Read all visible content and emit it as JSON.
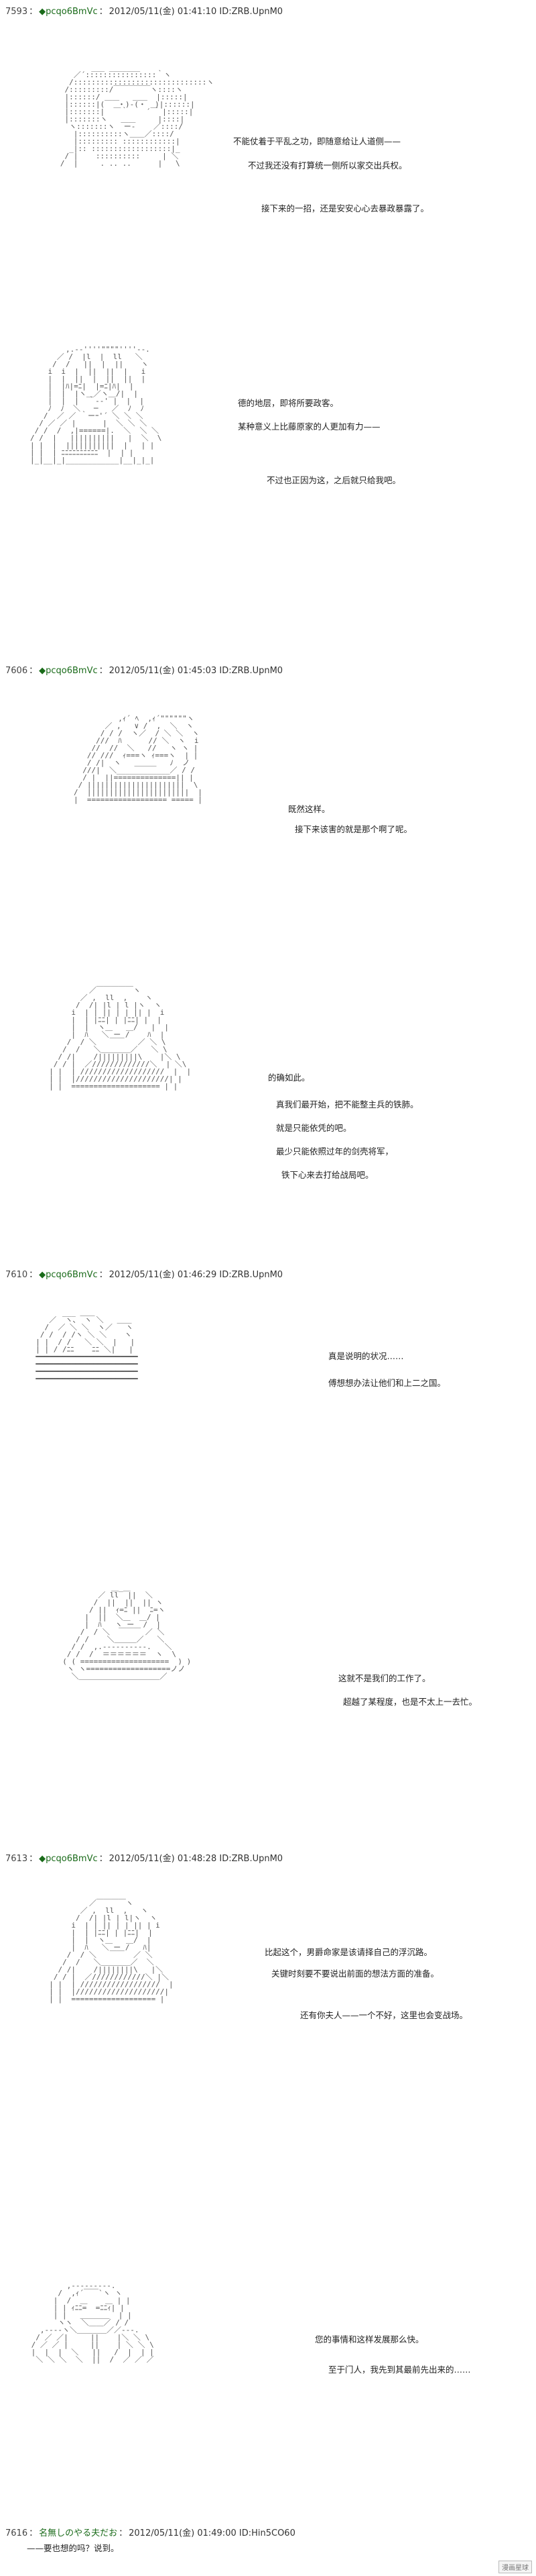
{
  "posts": [
    {
      "num": "7593",
      "trip": "◆pcqo6BmVc",
      "date": "2012/05/11(金) 01:41:10",
      "id": "ID:ZRB.UpnM0"
    },
    {
      "num": "7606",
      "trip": "◆pcqo6BmVc",
      "date": "2012/05/11(金) 01:45:03",
      "id": "ID:ZRB.UpnM0"
    },
    {
      "num": "7610",
      "trip": "◆pcqo6BmVc",
      "date": "2012/05/11(金) 01:46:29",
      "id": "ID:ZRB.UpnM0"
    },
    {
      "num": "7613",
      "trip": "◆pcqo6BmVc",
      "date": "2012/05/11(金) 01:48:28",
      "id": "ID:ZRB.UpnM0"
    },
    {
      "num": "7616",
      "trip": "名無しのやる夫だお",
      "date": "2012/05/11(金) 01:49:00",
      "id": "ID:Hin5CO60"
    }
  ],
  "lines": {
    "p1": [
      "不能仗着于平乱之功，即随意给让人道侧——",
      "不过我还没有打算统一侧所以家交出兵权。",
      "接下来的一招，还是安安心心去暴政暴露了。"
    ],
    "p2": [
      "德的地层，即将所要政客。",
      "某种意义上比藤原家的人更加有力——",
      "不过也正因为这，之后就只给我吧。"
    ],
    "p3": [
      "既然这样。",
      "接下来该害的就是那个啊了呢。"
    ],
    "p4": [
      "的确如此。",
      "真我们最开始，把不能整主兵的铁肺。",
      "就是只能依凭的吧。",
      "最少只能依照过年的剑壳将军，",
      "铁下心来去打给战局吧。"
    ],
    "p5": [
      "真是说明的状况……",
      "傅想想办法让他们和上二之国。"
    ],
    "p6": [
      "这就不是我们的工作了。",
      "超越了某程度，也是不太上一去忙。"
    ],
    "p7": [
      "比起这个，男爵命家是该请择自己的浮沉路。",
      "关键时刻要不要说出前面的想法方面的准备。",
      "还有你夫人——一个不好，这里也会变战场。"
    ],
    "p8": [
      "您的事情和这样发展那么快。",
      "至于门人，我先到其最前先出来的……"
    ],
    "p9": [
      "——要也想的吗？说到。"
    ]
  },
  "art": [
    "          ___ _______\n      ／´::::::::::::::::｀ヽ\n     /::::::::::::::::::::::::::::::ヽ\n    /:::::::::/￣￣￣￣￣ヽ::::ヽ\n    |::::::/ ＿＿   ＿＿  |:::::|\n    |::::::|(   ・)-(・  )|::::::|\n    |:::::::|  ￣｀    ´￣ |:::::|\n    |:::::::ヽ   ＿＿     |::::|\n     ヽ:::::::ヽ  ー‐    ／::::/\n      |::::::::::ヽ＿＿／::::/\n      |::::::::: ::::::::::::|\n     _|:: ::::::::::::::::::|_\n    / |    ::::::::::     | ＼\n   /  |     . .. ..      |   \\",
    "        ,.-‐''''\"\"\"\"''''‐-.\n      ／ /  |l  |  ll   ＼\n     /  /   ||  |  ||    ヽ\n    i  i  |  ||  ||  |   i\n    |  |  ||  |  ||  ||  |\n    |  |ﾊ|=ﾆ|  |=ﾆ|ﾊ|  |\n    |  |  |ヽ＿／ヽ＿/|  |\n    |  |  |  ｀‐‐' |  |  |\n    ﾉ  ﾉ  ＼   ─   ／  ﾉ  ﾉ\n   /  ／ ／ ｀ーｰ'´ ＼ ＼ ＼\n  / ／ ／ |      |  ＼ ＼ ＼\n / /  /  ,|======|.  ＼  ＼ ＼\n/ /  |   ||||||||||   |  ＼  \\\n| |  |  |||||||||||  |   | |\n| |  | ﾆﾆﾆﾆﾆﾆﾆﾆﾆﾆ  |  | |\n|_|__|_|____________|__|_|_|",
    "          ,ｨ´ ﾍ  ,ｨ´\"\"\"\"\"\"ヽ\n       ／ ,   ∨ /  ,  ＼  ヽ\n      / / /  ヽ／  / ＼ ＼  ヽ\n     ///  ﾊ      // ＼  ヽ  i\n    //  //  ＼   //   ヽ ヽ |\n   // ///  ｨ===ヽ ｨ===ヽ  | |\n   / /|  ヽ   ＿＿＿   ﾉ  ノ\n  ///|  ＼____________／ / /\n  / |  ||==============|| |\n / ||||||||||||||||||||||  \\\n/  |||||||||||||||||||||||  |\n|  ================== ===== |",
    "           ／￣￣￣￣￣ヽ\n         ／ ,  ll  ,    ヽ\n        /  /| |l | l |ヽ  ヽ\n       i  | | || | | || |  i\n       |  | |ﾆﾆ| | |ﾆﾆ| |  |\n       |  |  ヽ＿   ＿/   |  |\n       |  ﾊ   ＼ ー /    ﾊ  |\n      /  / ＼   ￣￣   ／ ＼ \\\n     /  /   ＼＿＿＿＿／   ＼ \\\n    / /|    /|||||||||\\    |＼ \\\n   / / |  ／/////////////＼  | ＼\\\n  | |  | ///////////////////  |  |\n  | |  |/////////////////////| |\n  | |  ==================== | |",
    "        ___ ＿＿\n     ／  ヽ、 ヽ ＼   ＿＿\n    /  ／ ＼ ＼  ヽ／   ヽ\n   / /  / /ヽ ＼ ＼    ヽ\n  | |  / /   ＼ ＼  |   |\n  | | / /ﾆﾆ    ﾆﾆ ＼|   |\n  ━━━━━━━━━━━━━━━━━━━━━━━\n  ━━━━━━━━━━━━━━━━━━━━━━━\n  ━━━━━━━━━━━━━━━━━━━━━━━\n  ━━━━━━━━━━━━━━━━━━━━━━━",
    "             ＿_＿\n          ／ ll  ||  ＼\n         /  ||  ||  || ヽ\n        / ||  ｨ=ﾆ ||  ﾆ=ヽ\n       |  ||  ＼＿  ＿/ |\n       |  ﾊ   ヽ ー  /  |\n      /  / ＼  ￣￣￣ ／ ＼\n     / /    ＼＿＿＿／   ＼\n    / /  ,.-‐‐‐‐‐‐‐‐-.   ＼\n   / /  /  ＝＝＝＝＝＝  ヽ  \\\n  ( ( ====================  ) )\n   ヽ ヽ===================ノノ\n    ＼＿＿＿＿＿＿＿＿＿＿＿／",
    "           ／￣￣￣￣ヽ\n         ／ ,  ll  ,   ヽ\n        /  /| |l | l|ヽ  ヽ\n       i  | | || | | || | i\n       |  | |ﾆﾆ| | |ﾆﾆ|  |\n       |  |  ヽ＿   ＿/  |\n       |  ﾊ   ＼ ー /   ﾊ|\n      /  / ＼   ￣￣  ／ ＼\n     /  /   ＼＿＿＿＿／  ＼\n    / /|    /||||||||\\   |＼\n   / / |  ／////////////＼ |＼\n  | |  | //////////////////  |\n  | |  |////////////////////|\n  | |  =================== |",
    "         ,-‐‐‐‐‐‐‐-.\n       /  ,ｨ´￣￣`ヽ ヽ\n      |  /  ＿    ＿ | |\n      | | ｨﾆﾆ=  =ﾆﾆｨ| |\n      | |   ＿＿＿＿  | |\n       ヽヽ  ＼＿＿／ / /\n   ,-‐‐‐ヽ＼＿＿＿＿／／‐‐-.\n  / ／ ／|     ||    |＼ ＼ \\\n / ／ ／ |     ||    | ＼ ＼ \\\n |  |  |  ＼   ||   /  |  | |\n  ＼ ＼ ＼  ＼  ||  /  ／ ／ ／"
  ],
  "watermark": "漫画星球"
}
